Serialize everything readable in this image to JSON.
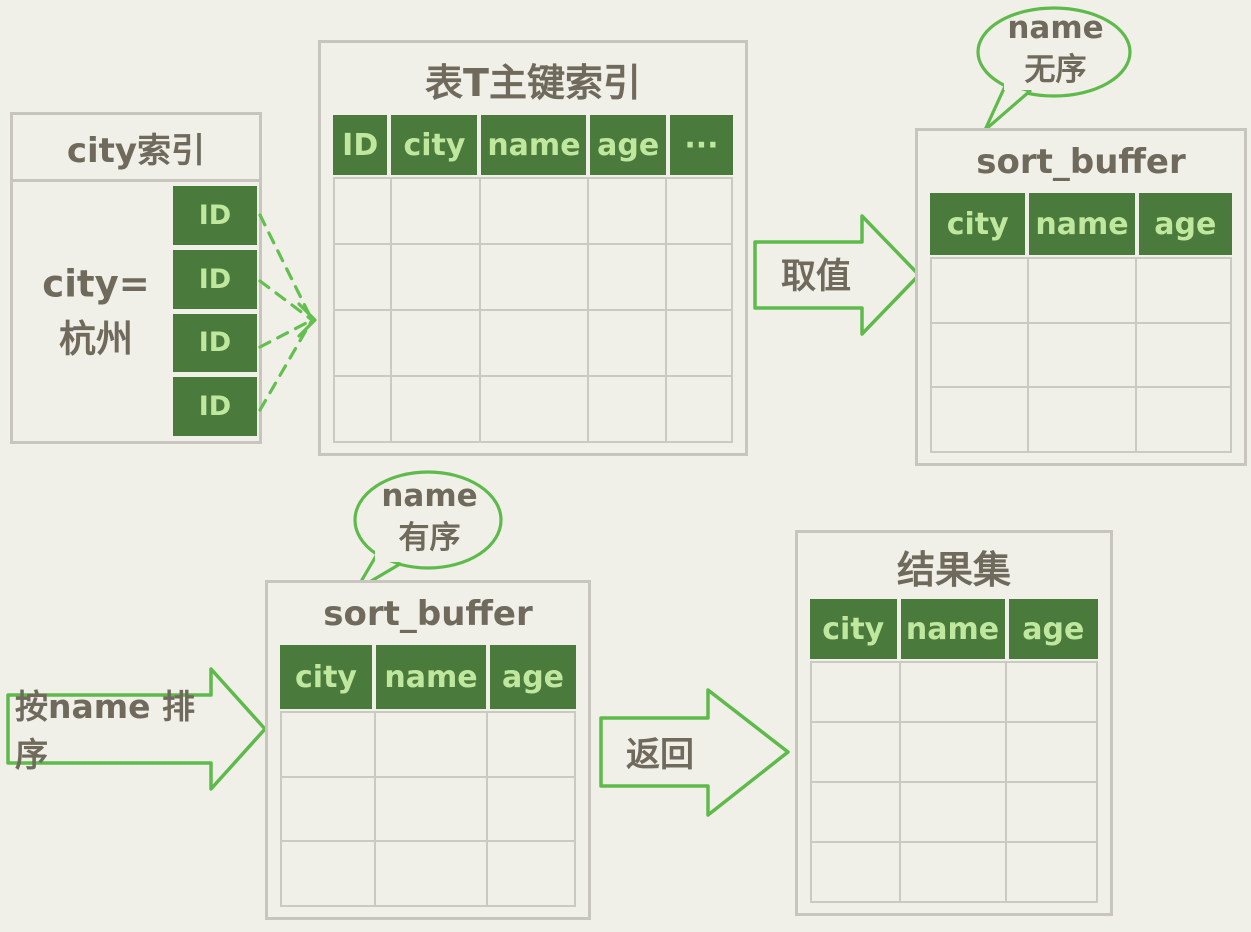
{
  "palette": {
    "background": "#f0efe8",
    "border_gray": "#c7c5bd",
    "header_green": "#4a7a3c",
    "header_text_green": "#c0e79e",
    "text_gray": "#6f6a5c",
    "accent_green": "#5eba4b"
  },
  "city_index": {
    "title": "city索引",
    "condition_line1": "city=",
    "condition_line2": "杭州",
    "id_cells": [
      "ID",
      "ID",
      "ID",
      "ID"
    ]
  },
  "primary_key_index": {
    "title": "表T主键索引",
    "columns": [
      "ID",
      "city",
      "name",
      "age",
      "···"
    ],
    "empty_rows": 4
  },
  "sort_buffer_unsorted": {
    "bubble_line1": "name",
    "bubble_line2": "无序",
    "title": "sort_buffer",
    "columns": [
      "city",
      "name",
      "age"
    ],
    "empty_rows": 3
  },
  "sort_buffer_sorted": {
    "bubble_line1": "name",
    "bubble_line2": "有序",
    "title": "sort_buffer",
    "columns": [
      "city",
      "name",
      "age"
    ],
    "empty_rows": 3
  },
  "result_set": {
    "title": "结果集",
    "columns": [
      "city",
      "name",
      "age"
    ],
    "empty_rows": 4
  },
  "arrows": {
    "fetch_label": "取值",
    "sort_label": "按name 排序",
    "return_label": "返回"
  }
}
